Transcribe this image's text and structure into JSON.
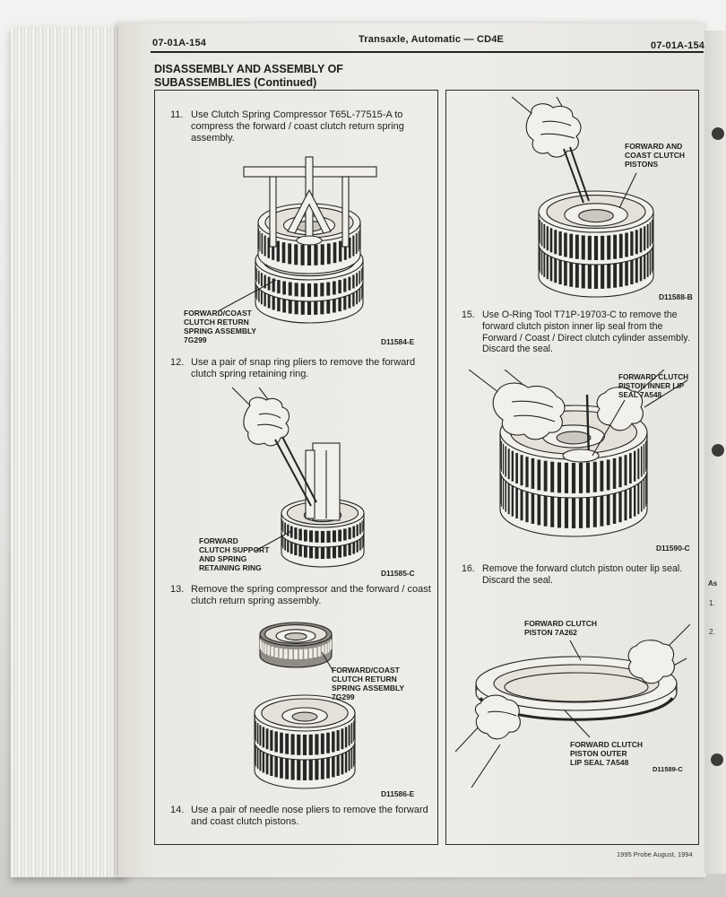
{
  "header": {
    "page_left": "07-01A-154",
    "title": "Transaxle, Automatic — CD4E",
    "page_right": "07-01A-154"
  },
  "section": {
    "heading_lines": [
      "DISASSEMBLY AND ASSEMBLY OF",
      "SUBASSEMBLIES (Continued)"
    ]
  },
  "left": {
    "steps": [
      {
        "num": "11.",
        "text": "Use Clutch Spring Compressor T65L-77515-A to compress the forward / coast clutch return spring assembly."
      },
      {
        "num": "12.",
        "text": "Use a pair of snap ring pliers to remove the forward clutch spring retaining ring."
      },
      {
        "num": "13.",
        "text": "Remove the spring compressor and the forward / coast clutch return spring assembly."
      },
      {
        "num": "14.",
        "text": "Use a pair of needle nose pliers to remove the forward and coast clutch pistons."
      }
    ],
    "figures": [
      {
        "callout": [
          "FORWARD/COAST",
          "CLUTCH RETURN",
          "SPRING ASSEMBLY",
          "7G299"
        ],
        "id": "D11584-E"
      },
      {
        "callout": [
          "FORWARD",
          "CLUTCH SUPPORT",
          "AND SPRING",
          "RETAINING RING"
        ],
        "id": "D11585-C"
      },
      {
        "callout": [
          "FORWARD/COAST",
          "CLUTCH RETURN",
          "SPRING ASSEMBLY",
          "7G299"
        ],
        "id": "D11586-E"
      }
    ]
  },
  "right": {
    "steps": [
      {
        "num": "15.",
        "text": "Use O-Ring Tool T71P-19703-C to remove the forward clutch piston inner lip seal from the Forward / Coast / Direct clutch cylinder assembly. Discard the seal."
      },
      {
        "num": "16.",
        "text": "Remove the forward clutch piston outer lip seal. Discard the seal."
      }
    ],
    "figures": [
      {
        "callout": [
          "FORWARD AND",
          "COAST CLUTCH",
          "PISTONS"
        ],
        "id": "D11588-B"
      },
      {
        "callout": [
          "FORWARD CLUTCH",
          "PISTON INNER LIP",
          "SEAL 7A548"
        ],
        "id": "D11590-C"
      },
      {
        "callout_piston": [
          "FORWARD CLUTCH",
          "PISTON 7A262"
        ],
        "callout_seal": [
          "FORWARD CLUTCH",
          "PISTON OUTER",
          "LIP SEAL 7A548"
        ],
        "id": "D11589-C"
      }
    ]
  },
  "footer": {
    "edition": "1995 Probe August, 1994"
  },
  "next_page": {
    "heading_fragment": "As",
    "items": [
      "1.",
      "2."
    ]
  }
}
